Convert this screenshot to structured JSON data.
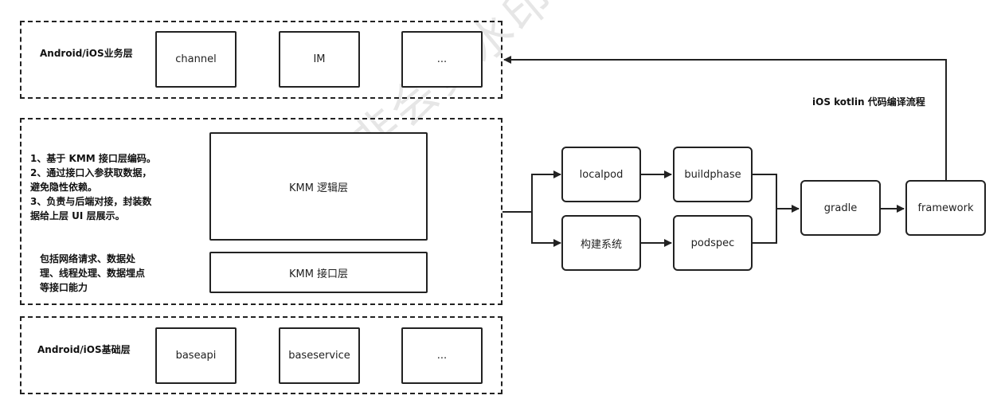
{
  "business_layer": {
    "title": "Android/iOS业务层",
    "modules": [
      "channel",
      "IM",
      "..."
    ]
  },
  "kmm_layer": {
    "notes_top": [
      "1、基于 KMM 接口层编码。",
      "2、通过接口入参获取数据，",
      "避免隐性依赖。",
      "3、负责与后端对接，封装数",
      "据给上层 UI 层展示。"
    ],
    "notes_bottom": [
      "包括网络请求、数据处",
      "理、线程处理、数据埋点",
      "等接口能力"
    ],
    "logic_box": "KMM 逻辑层",
    "interface_box": "KMM 接口层"
  },
  "base_layer": {
    "title": "Android/iOS基础层",
    "modules": [
      "baseapi",
      "baseservice",
      "..."
    ]
  },
  "compile_flow": {
    "title": "iOS kotlin 代码编译流程",
    "nodes": {
      "localpod": "localpod",
      "build_system": "构建系统",
      "buildphase": "buildphase",
      "podspec": "podspec",
      "gradle": "gradle",
      "framework": "framework"
    }
  },
  "watermark": "非会员水印"
}
